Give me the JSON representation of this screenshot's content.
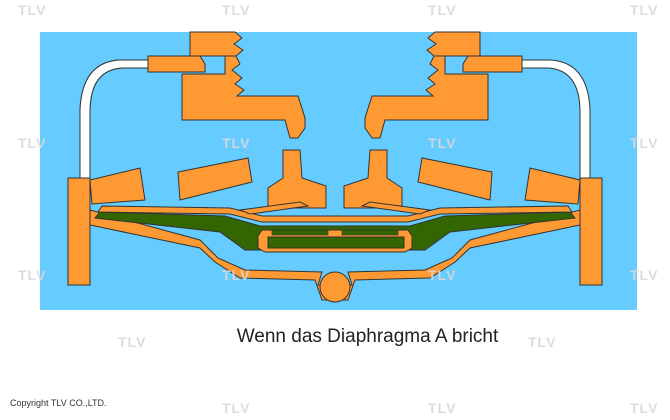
{
  "caption": "Wenn das Diaphragma A bricht",
  "copyright": "Copyright TLV CO.,LTD.",
  "watermark": "TLV",
  "colors": {
    "background": "#66CCFF",
    "metal": "#FF9933",
    "outline": "#333333",
    "diaphragm": "#336600",
    "tube": "#FFFFFF"
  }
}
